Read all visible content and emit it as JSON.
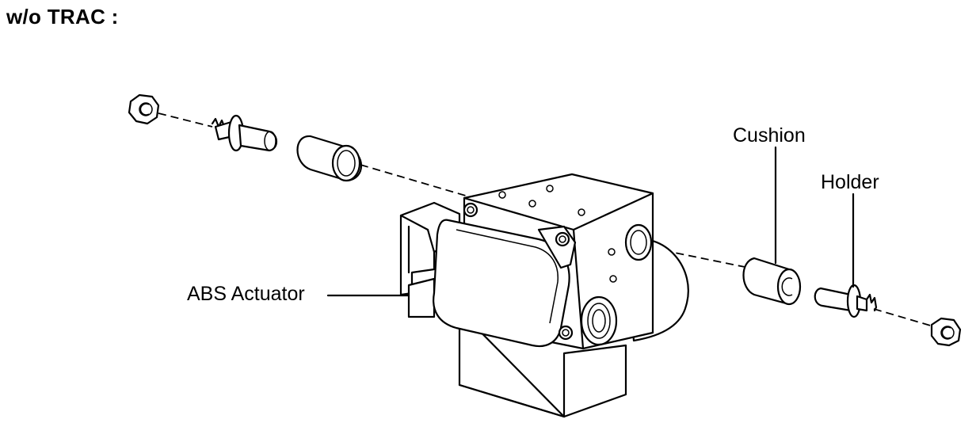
{
  "diagram": {
    "title": "w/o TRAC :",
    "labels": {
      "abs_actuator": "ABS Actuator",
      "cushion": "Cushion",
      "holder": "Holder"
    },
    "colors": {
      "line": "#000000",
      "background": "#ffffff"
    }
  }
}
